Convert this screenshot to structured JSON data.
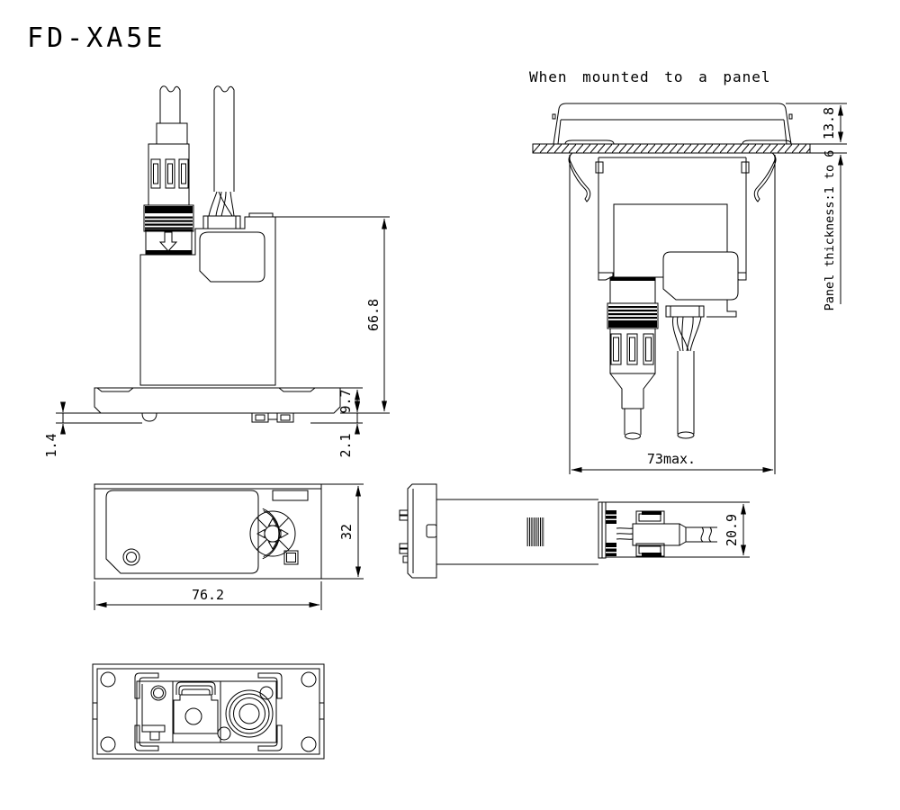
{
  "title": "FD-XA5E",
  "labels": {
    "panel_view_title": "When mounted to a panel"
  },
  "dimensions": {
    "side_total_height": "66.8",
    "side_flange_height": "9.7",
    "side_clip_height": "2.1",
    "side_foot_height": "1.4",
    "panel_above_height": "13.8",
    "panel_thickness_note": "Panel thickness:1 to 6",
    "panel_depth_max": "73max.",
    "front_width": "76.2",
    "front_height": "32",
    "connector_height": "20.9"
  },
  "colors": {
    "line": "#000000",
    "background": "#ffffff"
  }
}
